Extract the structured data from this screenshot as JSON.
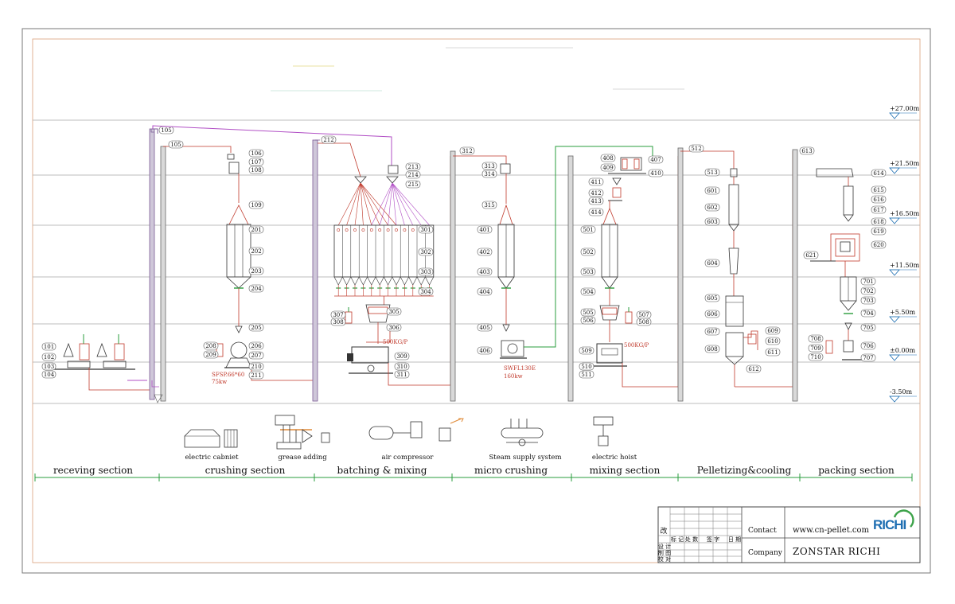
{
  "levels": [
    "+27.00m",
    "+21.50m",
    "+16.50m",
    "+11.50m",
    "+5.50m",
    "±0.00m",
    "-3.50m"
  ],
  "sections": [
    "receving section",
    "crushing section",
    "batching & mixing",
    "micro crushing",
    "mixing section",
    "Pelletizing&cooling",
    "packing section"
  ],
  "aux_labels": [
    "electric cabniet",
    "grease adding",
    "air compressor",
    "Steam supply system",
    "electric hoist"
  ],
  "tags": {
    "s1": [
      "101",
      "102",
      "103",
      "104"
    ],
    "s2a": [
      "105",
      "106",
      "107",
      "108",
      "109",
      "201",
      "202",
      "203",
      "204",
      "205",
      "206",
      "207",
      "208",
      "209",
      "210",
      "211"
    ],
    "s2b": [
      "105"
    ],
    "s3": [
      "212",
      "213",
      "214",
      "215",
      "301",
      "302",
      "303",
      "304",
      "305",
      "306",
      "307",
      "308",
      "309",
      "310",
      "311"
    ],
    "s4": [
      "312",
      "313",
      "314",
      "315",
      "401",
      "402",
      "403",
      "404",
      "405",
      "406"
    ],
    "s5": [
      "407",
      "408",
      "409",
      "410",
      "411",
      "412",
      "413",
      "414",
      "501",
      "502",
      "503",
      "504",
      "505",
      "506",
      "507",
      "508",
      "509",
      "510",
      "511"
    ],
    "s6": [
      "512",
      "513",
      "601",
      "602",
      "603",
      "604",
      "605",
      "606",
      "607",
      "608",
      "609",
      "610",
      "611",
      "612"
    ],
    "s7": [
      "613",
      "614",
      "615",
      "616",
      "617",
      "618",
      "619",
      "620",
      "621",
      "701",
      "702",
      "703",
      "704",
      "705",
      "706",
      "707",
      "708",
      "709",
      "710"
    ]
  },
  "machine_notes": {
    "crusher": [
      "SFSP.66*60",
      "75kw"
    ],
    "batching_scale": "500KG/P",
    "micro": [
      "SWFL130E",
      "160kw"
    ],
    "mixer_scale": "500KG/P"
  },
  "title_block": {
    "mark": "改",
    "header_cells": [
      "标 记",
      "处 数",
      "签 字",
      "日 期"
    ],
    "row_labels": [
      "设 计",
      "制 图",
      "校 对"
    ],
    "contact_label": "Contact",
    "contact_value": "www.cn-pellet.com",
    "company_label": "Company",
    "company_value": "ZONSTAR RICHI",
    "logo": "RICHI"
  }
}
